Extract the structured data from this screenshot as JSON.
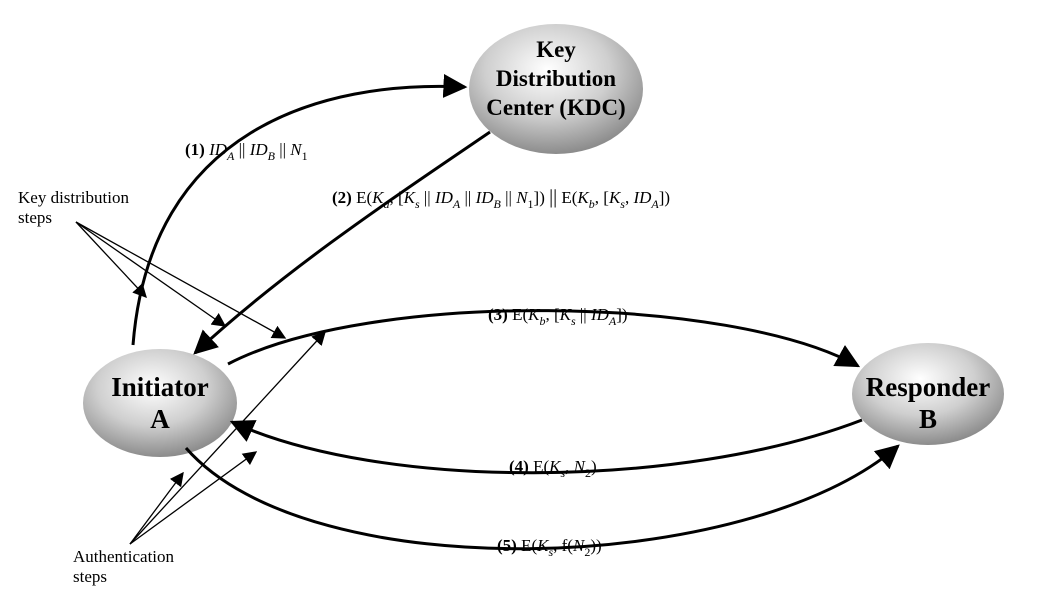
{
  "nodes": {
    "kdc": {
      "line1": "Key",
      "line2": "Distribution",
      "line3": "Center (KDC)"
    },
    "initiator": {
      "line1": "Initiator",
      "line2": "A"
    },
    "responder": {
      "line1": "Responder",
      "line2": "B"
    }
  },
  "edges": {
    "step1": {
      "num": "(1)",
      "id": "ID",
      "a": "A",
      "sep": "||",
      "idb": "ID",
      "b": "B",
      "n": "N",
      "one": "1"
    },
    "step2": {
      "num": "(2)",
      "e": "E(",
      "k": "K",
      "a": "a",
      "comma": ", [",
      "ks": "K",
      "s": "s",
      "sep": "||",
      "ida": "ID",
      "A": "A",
      "idb": "ID",
      "B": "B",
      "n": "N",
      "one": "1",
      "close": "])",
      "bigsep": "||",
      "e2": "E(",
      "kb": "K",
      "b": "b",
      "comma2": ", [",
      "ks2": "K",
      "s2": "s",
      "comma3": ", ",
      "ida2": "ID",
      "A2": "A",
      "close2": "])"
    },
    "step3": {
      "num": "(3)",
      "e": "E(",
      "k": "K",
      "b": "b",
      "comma": ", [",
      "ks": "K",
      "s": "s",
      "sep": "||",
      "ida": "ID",
      "A": "A",
      "close": "])"
    },
    "step4": {
      "num": "(4)",
      "e": "E(",
      "k": "K",
      "s": "s",
      "comma": ", ",
      "n": "N",
      "two": "2",
      "close": ")"
    },
    "step5": {
      "num": "(5)",
      "e": "E(",
      "k": "K",
      "s": "s",
      "comma": ", f(",
      "n": "N",
      "two": "2",
      "close": "))"
    }
  },
  "annotations": {
    "key_distribution": {
      "line1": "Key distribution",
      "line2": "steps"
    },
    "authentication": {
      "line1": "Authentication",
      "line2": "steps"
    }
  }
}
